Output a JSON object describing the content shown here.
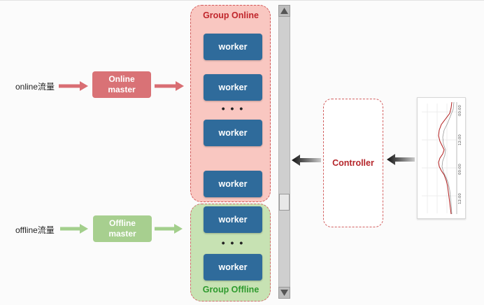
{
  "inputs": {
    "online_label": "online流量",
    "offline_label": "offline流量"
  },
  "masters": {
    "online": "Online\nmaster",
    "offline": "Offline\nmaster"
  },
  "groups": {
    "online_title": "Group Online",
    "offline_title": "Group Offline"
  },
  "workers": {
    "label": "worker",
    "ellipsis": "• • •"
  },
  "controller": {
    "label": "Controller"
  },
  "graph_thumbnail": {
    "tick_labels": [
      "00:00",
      "12:00",
      "00:00",
      "12:00"
    ]
  },
  "colors": {
    "online_accent": "#d97276",
    "offline_accent": "#a7cf8f",
    "worker_blue": "#2f6b9b",
    "online_group_fill": "#f9c7c1",
    "offline_group_fill": "#c7e2b3",
    "online_title": "#c0262c",
    "offline_title": "#2e9a2e",
    "controller_text": "#b5252a"
  }
}
